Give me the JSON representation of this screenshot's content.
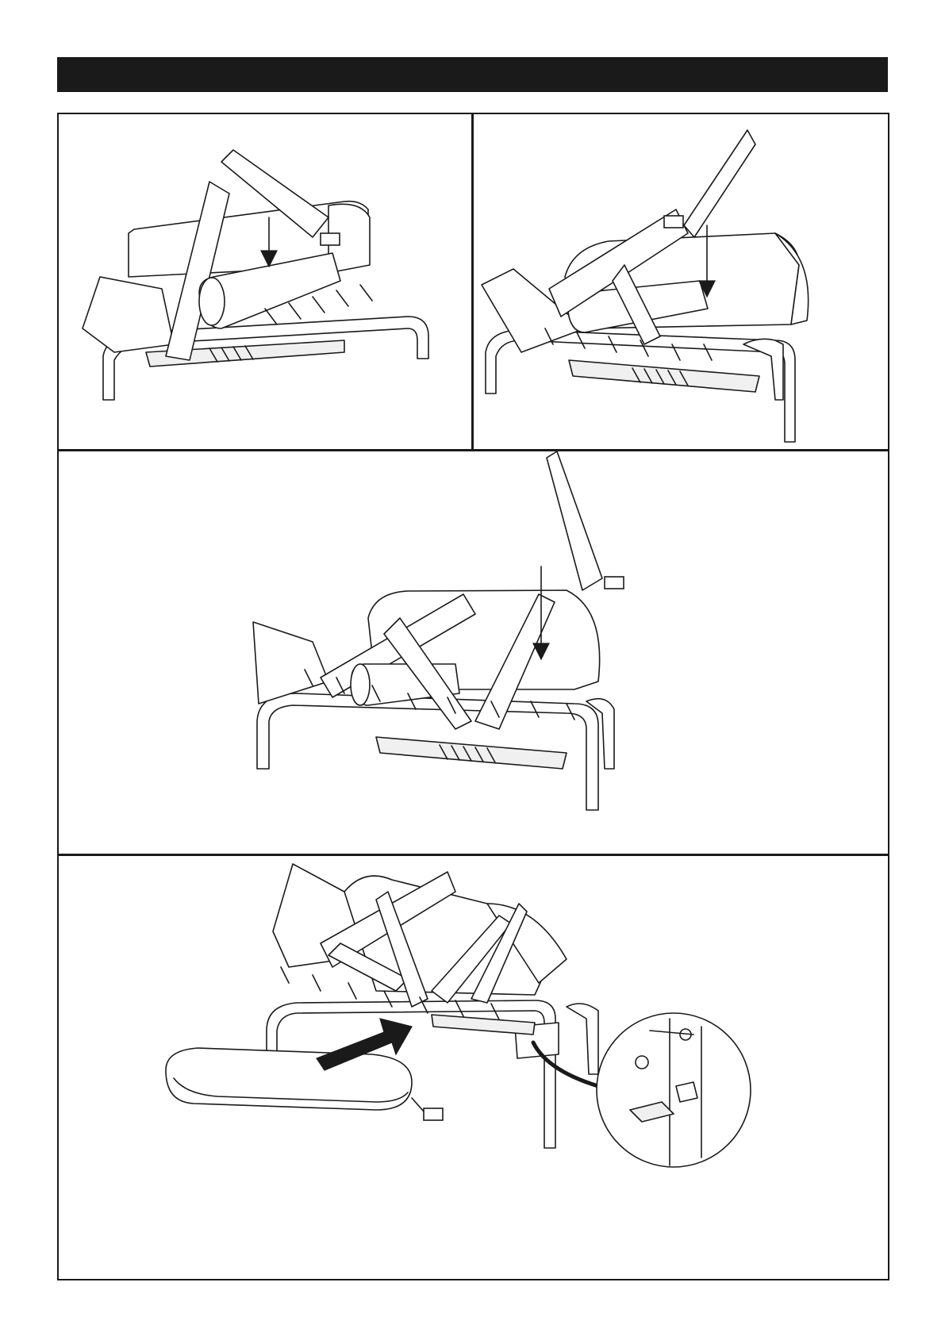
{
  "document": {
    "header": "",
    "steps": [
      {
        "id": "step-1",
        "label": ""
      },
      {
        "id": "step-2",
        "label": ""
      },
      {
        "id": "step-3",
        "label": ""
      },
      {
        "id": "step-4",
        "label": ""
      }
    ],
    "callouts": [
      "",
      "",
      "",
      ""
    ]
  },
  "colors": {
    "ink": "#1a1a1a",
    "paper": "#ffffff",
    "fill": "#f0f0f0"
  }
}
